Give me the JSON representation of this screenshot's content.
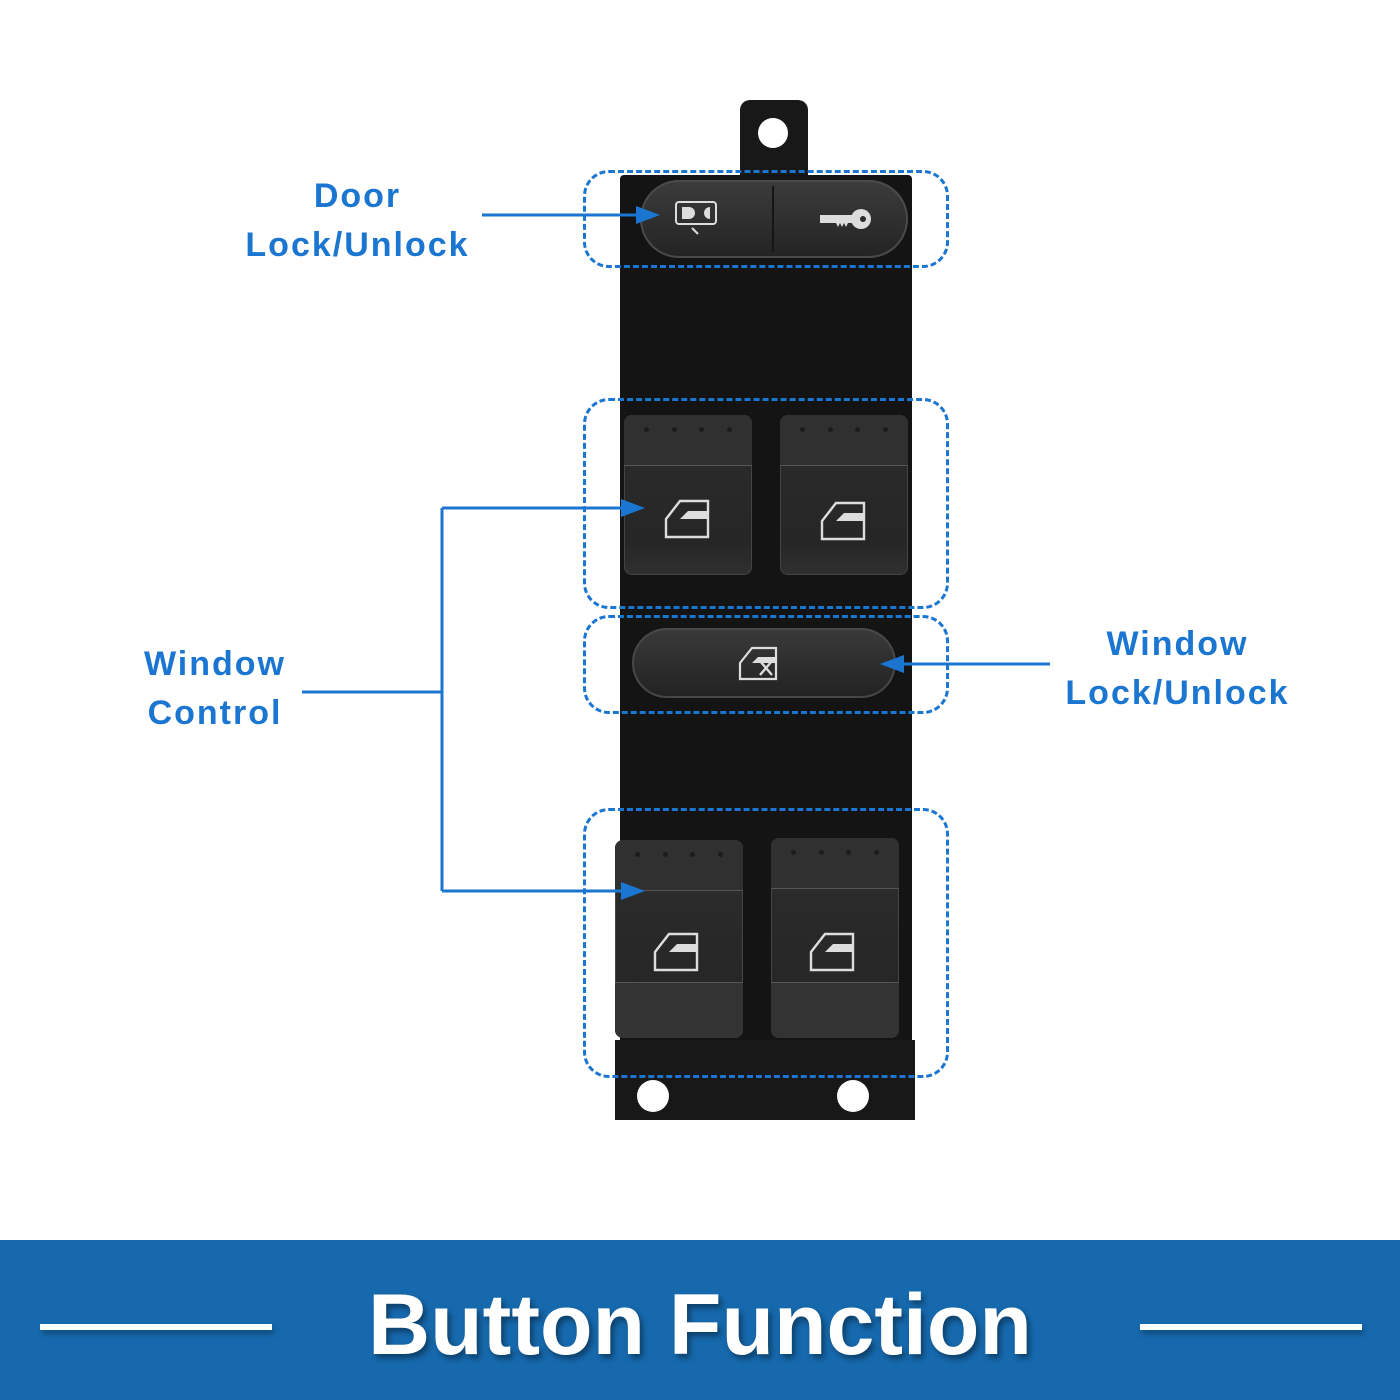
{
  "labels": {
    "door_lock": [
      "Door",
      "Lock/Unlock"
    ],
    "window_control": [
      "Window",
      "Control"
    ],
    "window_lock": [
      "Window",
      "Lock/Unlock"
    ]
  },
  "banner": {
    "title": "Button Function"
  },
  "colors": {
    "accent": "#1a76d0",
    "banner": "#1669ad",
    "panel": "#141414"
  },
  "icons": {
    "door_lock_button": "door-lock-icon",
    "door_unlock_button": "key-icon",
    "window_buttons": "window-icon",
    "window_lock_button": "window-lock-icon"
  }
}
